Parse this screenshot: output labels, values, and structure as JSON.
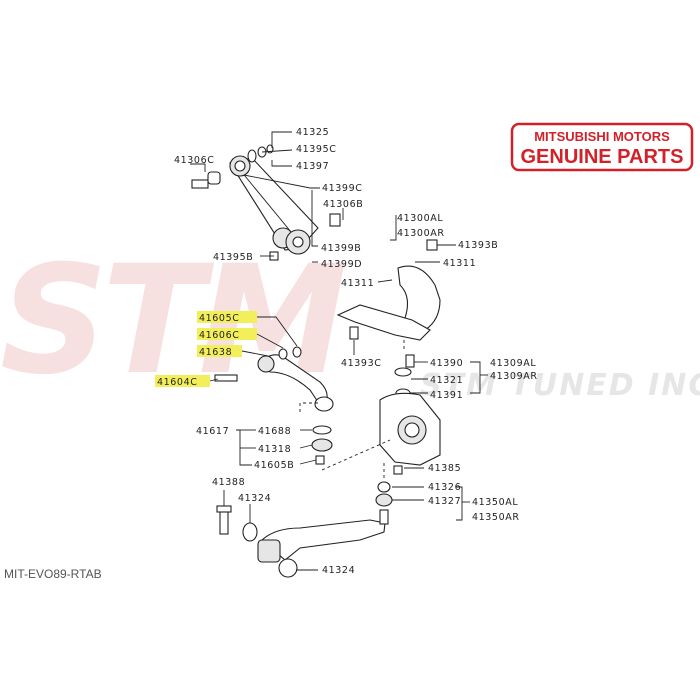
{
  "watermark": {
    "text": "STM",
    "subtext": "STM TUNED INC."
  },
  "badge": {
    "line1": "MITSUBISHI MOTORS",
    "line2": "GENUINE PARTS",
    "color": "#d22128"
  },
  "sku": "MIT-EVO89-RTAB",
  "highlight_color": "#f3ef5a",
  "labels": {
    "p41325": "41325",
    "p41395C": "41395C",
    "p41397": "41397",
    "p41306C": "41306C",
    "p41399C": "41399C",
    "p41306B": "41306B",
    "p41300AL": "41300AL",
    "p41300AR": "41300AR",
    "p41399B": "41399B",
    "p41395B": "41395B",
    "p41399D": "41399D",
    "p41393B": "41393B",
    "p41311a": "41311",
    "p41311b": "41311",
    "p41605C": "41605C",
    "p41606C": "41606C",
    "p41638": "41638",
    "p41604C": "41604C",
    "p41393C": "41393C",
    "p41390": "41390",
    "p41321": "41321",
    "p41391": "41391",
    "p41309AL": "41309AL",
    "p41309AR": "41309AR",
    "p41617": "41617",
    "p41688": "41688",
    "p41318": "41318",
    "p41605B": "41605B",
    "p41385": "41385",
    "p41326": "41326",
    "p41327": "41327",
    "p41350AL": "41350AL",
    "p41350AR": "41350AR",
    "p41388": "41388",
    "p41324a": "41324",
    "p41324b": "41324"
  }
}
